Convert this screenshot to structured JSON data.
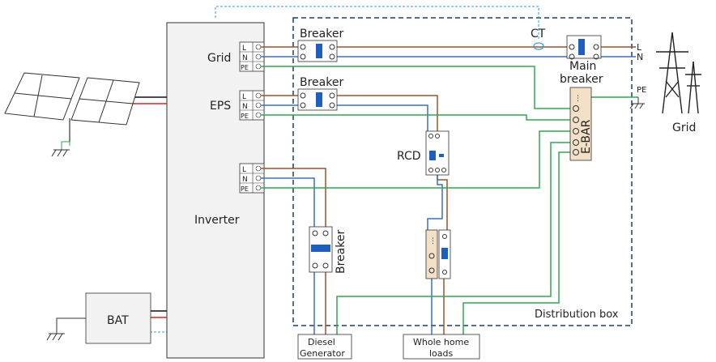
{
  "inverter": {
    "label": "Inverter"
  },
  "ports": {
    "grid": {
      "label": "Grid",
      "terminals": [
        "L",
        "N",
        "PE"
      ]
    },
    "eps": {
      "label": "EPS",
      "terminals": [
        "L",
        "N",
        "PE"
      ]
    },
    "gen": {
      "terminals": [
        "L",
        "N",
        "PE"
      ]
    }
  },
  "battery": {
    "label": "BAT"
  },
  "distribution_box": {
    "label": "Distribution box"
  },
  "breaker_grid": {
    "label": "Breaker"
  },
  "breaker_eps": {
    "label": "Breaker"
  },
  "breaker_gen": {
    "label": "Breaker"
  },
  "ct": {
    "label": "CT"
  },
  "main_breaker": {
    "label_line1": "Main",
    "label_line2": "breaker"
  },
  "rcd": {
    "label": "RCD"
  },
  "ebar": {
    "label": "E-BAR"
  },
  "grid_tower": {
    "label": "Grid"
  },
  "line_labels": {
    "l": "L",
    "n": "N",
    "pe": "PE"
  },
  "diesel": {
    "line1": "Diesel",
    "line2": "Generator"
  },
  "loads": {
    "line1": "Whole home",
    "line2": "loads"
  },
  "colors": {
    "live": "#a0522d",
    "neutral": "#3a6fc4",
    "earth": "#2fa84f",
    "dc_pos": "#e02020",
    "dc_neg": "#111111",
    "comm": "#2b9fd8",
    "box_border": "#1f3d66",
    "breaker_blue": "#1f5fbf"
  }
}
